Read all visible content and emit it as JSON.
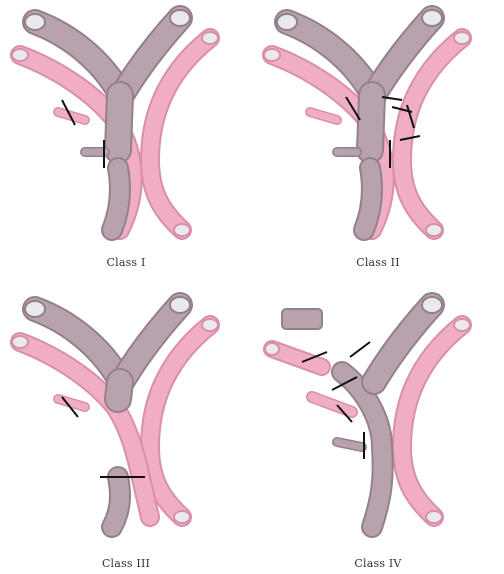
{
  "colors": {
    "artery": "#efaec4",
    "artery_edge": "#d98fa9",
    "vein": "#b7a2ad",
    "vein_edge": "#94808b",
    "lumen": "#e9e9ef",
    "ligature": "#111111"
  },
  "panels": [
    {
      "id": "class-i",
      "label": "Class I"
    },
    {
      "id": "class-ii",
      "label": "Class II"
    },
    {
      "id": "class-iii",
      "label": "Class III"
    },
    {
      "id": "class-iv",
      "label": "Class IV"
    }
  ]
}
